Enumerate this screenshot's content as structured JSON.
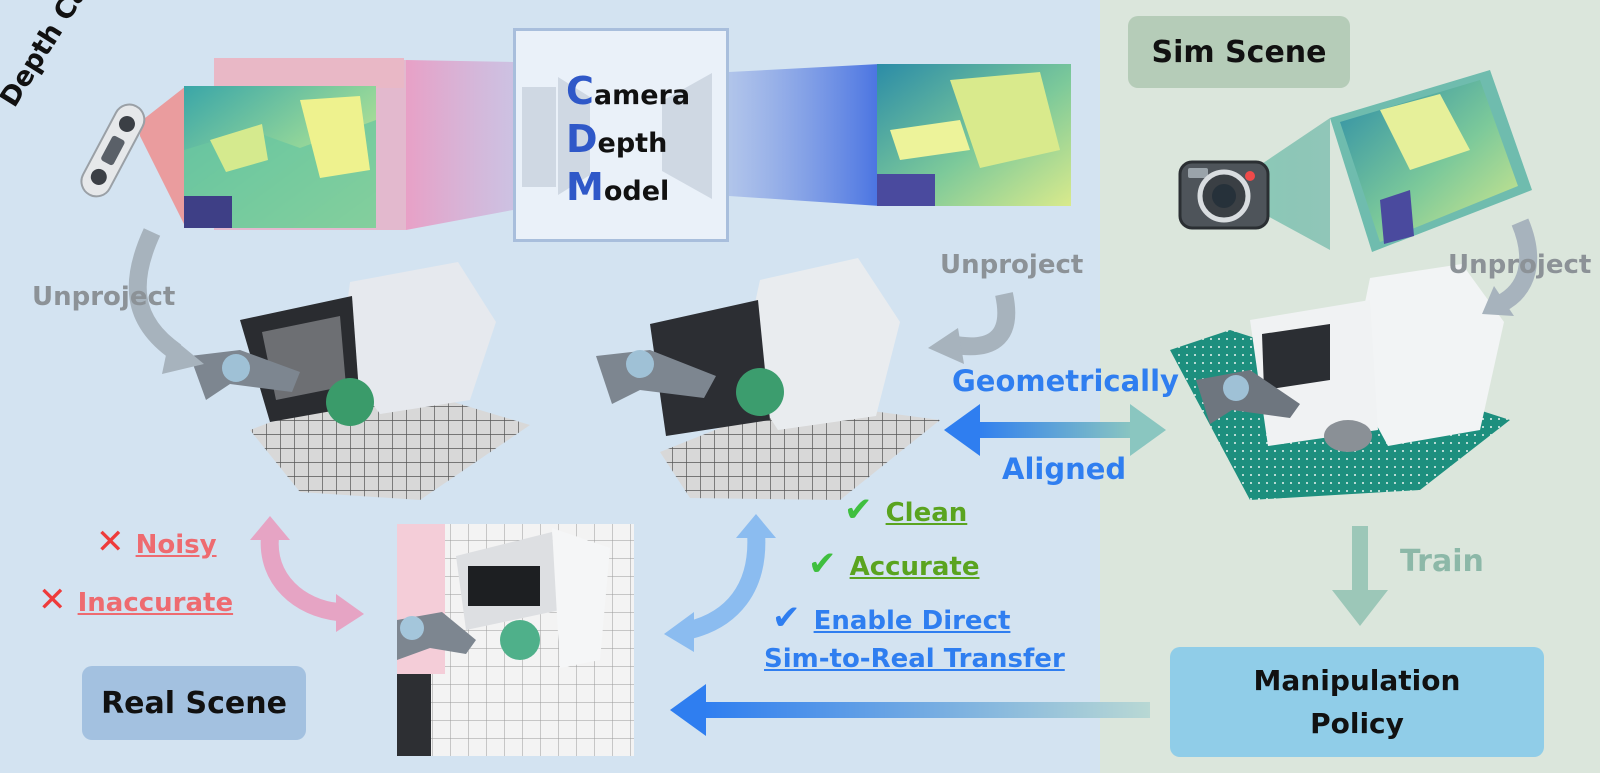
{
  "panels": {
    "real_scene_label": "Real Scene",
    "sim_scene_label": "Sim Scene"
  },
  "depth_camera_label": "Depth Camera",
  "cdm": {
    "line1_initial": "C",
    "line1_rest": "amera",
    "line2_initial": "D",
    "line2_rest": "epth",
    "line3_initial": "M",
    "line3_rest": "odel"
  },
  "unproject_labels": [
    "Unproject",
    "Unproject",
    "Unproject"
  ],
  "alignment": {
    "top": "Geometrically",
    "bottom": "Aligned"
  },
  "negatives": [
    {
      "mark": "✕",
      "text": "Noisy"
    },
    {
      "mark": "✕",
      "text": "Inaccurate"
    }
  ],
  "positives": [
    {
      "mark": "✔",
      "text": "Clean"
    },
    {
      "mark": "✔",
      "text": "Accurate"
    },
    {
      "mark": "✔",
      "text": "Enable Direct"
    }
  ],
  "positive_continuation": "Sim-to-Real Transfer",
  "train_label": "Train",
  "policy": {
    "line1": "Manipulation",
    "line2": "Policy"
  },
  "colors": {
    "real_bg": "#d3e3f1",
    "sim_bg": "#dbe6dc",
    "accent_blue": "#2f7ef0",
    "positive_green": "#5aa41f",
    "negative_red": "#ee6b70",
    "cdm_blue": "#2f58c8"
  },
  "icons": [
    "depth-camera-icon",
    "camera-icon",
    "check-icon",
    "cross-icon"
  ]
}
